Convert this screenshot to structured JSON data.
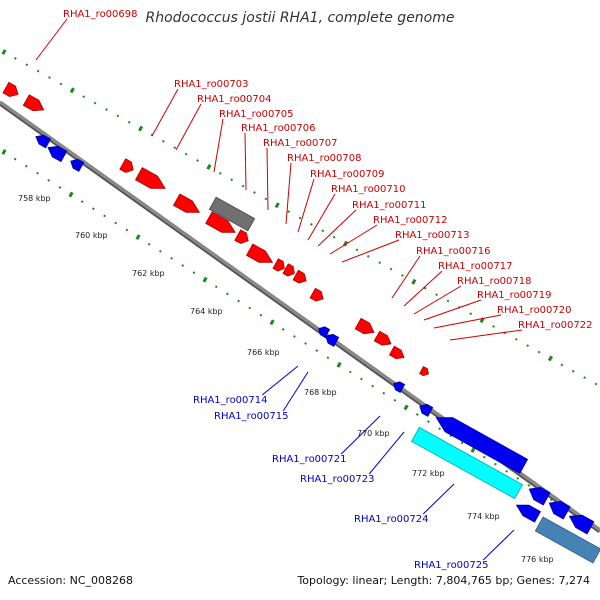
{
  "header": {
    "title": "Rhodococcus jostii RHA1, complete genome"
  },
  "footer": {
    "accession": "Accession: NC_008268",
    "topology": "Topology: linear; Length: 7,804,765 bp; Genes: 7,274"
  },
  "colors": {
    "backbone": "#8a8a8a",
    "forward_gene": "#ff0000",
    "reverse_gene": "#0000ee",
    "gray_feature": "#707070",
    "cyan_feature": "#00ffff",
    "steel_feature": "#4682b4",
    "ruler_dots": "#1a8a1a",
    "upper_label": "#cc0000",
    "lower_label": "#0000cc"
  },
  "ruler": {
    "tick_labels": [
      "758 kbp",
      "760 kbp",
      "762 kbp",
      "764 kbp",
      "766 kbp",
      "768 kbp",
      "770 kbp",
      "772 kbp",
      "774 kbp",
      "776 kbp"
    ]
  },
  "labels": {
    "upper": [
      "RHA1_ro00698",
      "RHA1_ro00703",
      "RHA1_ro00704",
      "RHA1_ro00705",
      "RHA1_ro00706",
      "RHA1_ro00707",
      "RHA1_ro00708",
      "RHA1_ro00709",
      "RHA1_ro00710",
      "RHA1_ro00711",
      "RHA1_ro00712",
      "RHA1_ro00713",
      "RHA1_ro00716",
      "RHA1_ro00717",
      "RHA1_ro00718",
      "RHA1_ro00719",
      "RHA1_ro00720",
      "RHA1_ro00722"
    ],
    "lower": [
      "RHA1_ro00714",
      "RHA1_ro00715",
      "RHA1_ro00721",
      "RHA1_ro00723",
      "RHA1_ro00724",
      "RHA1_ro00725"
    ]
  }
}
